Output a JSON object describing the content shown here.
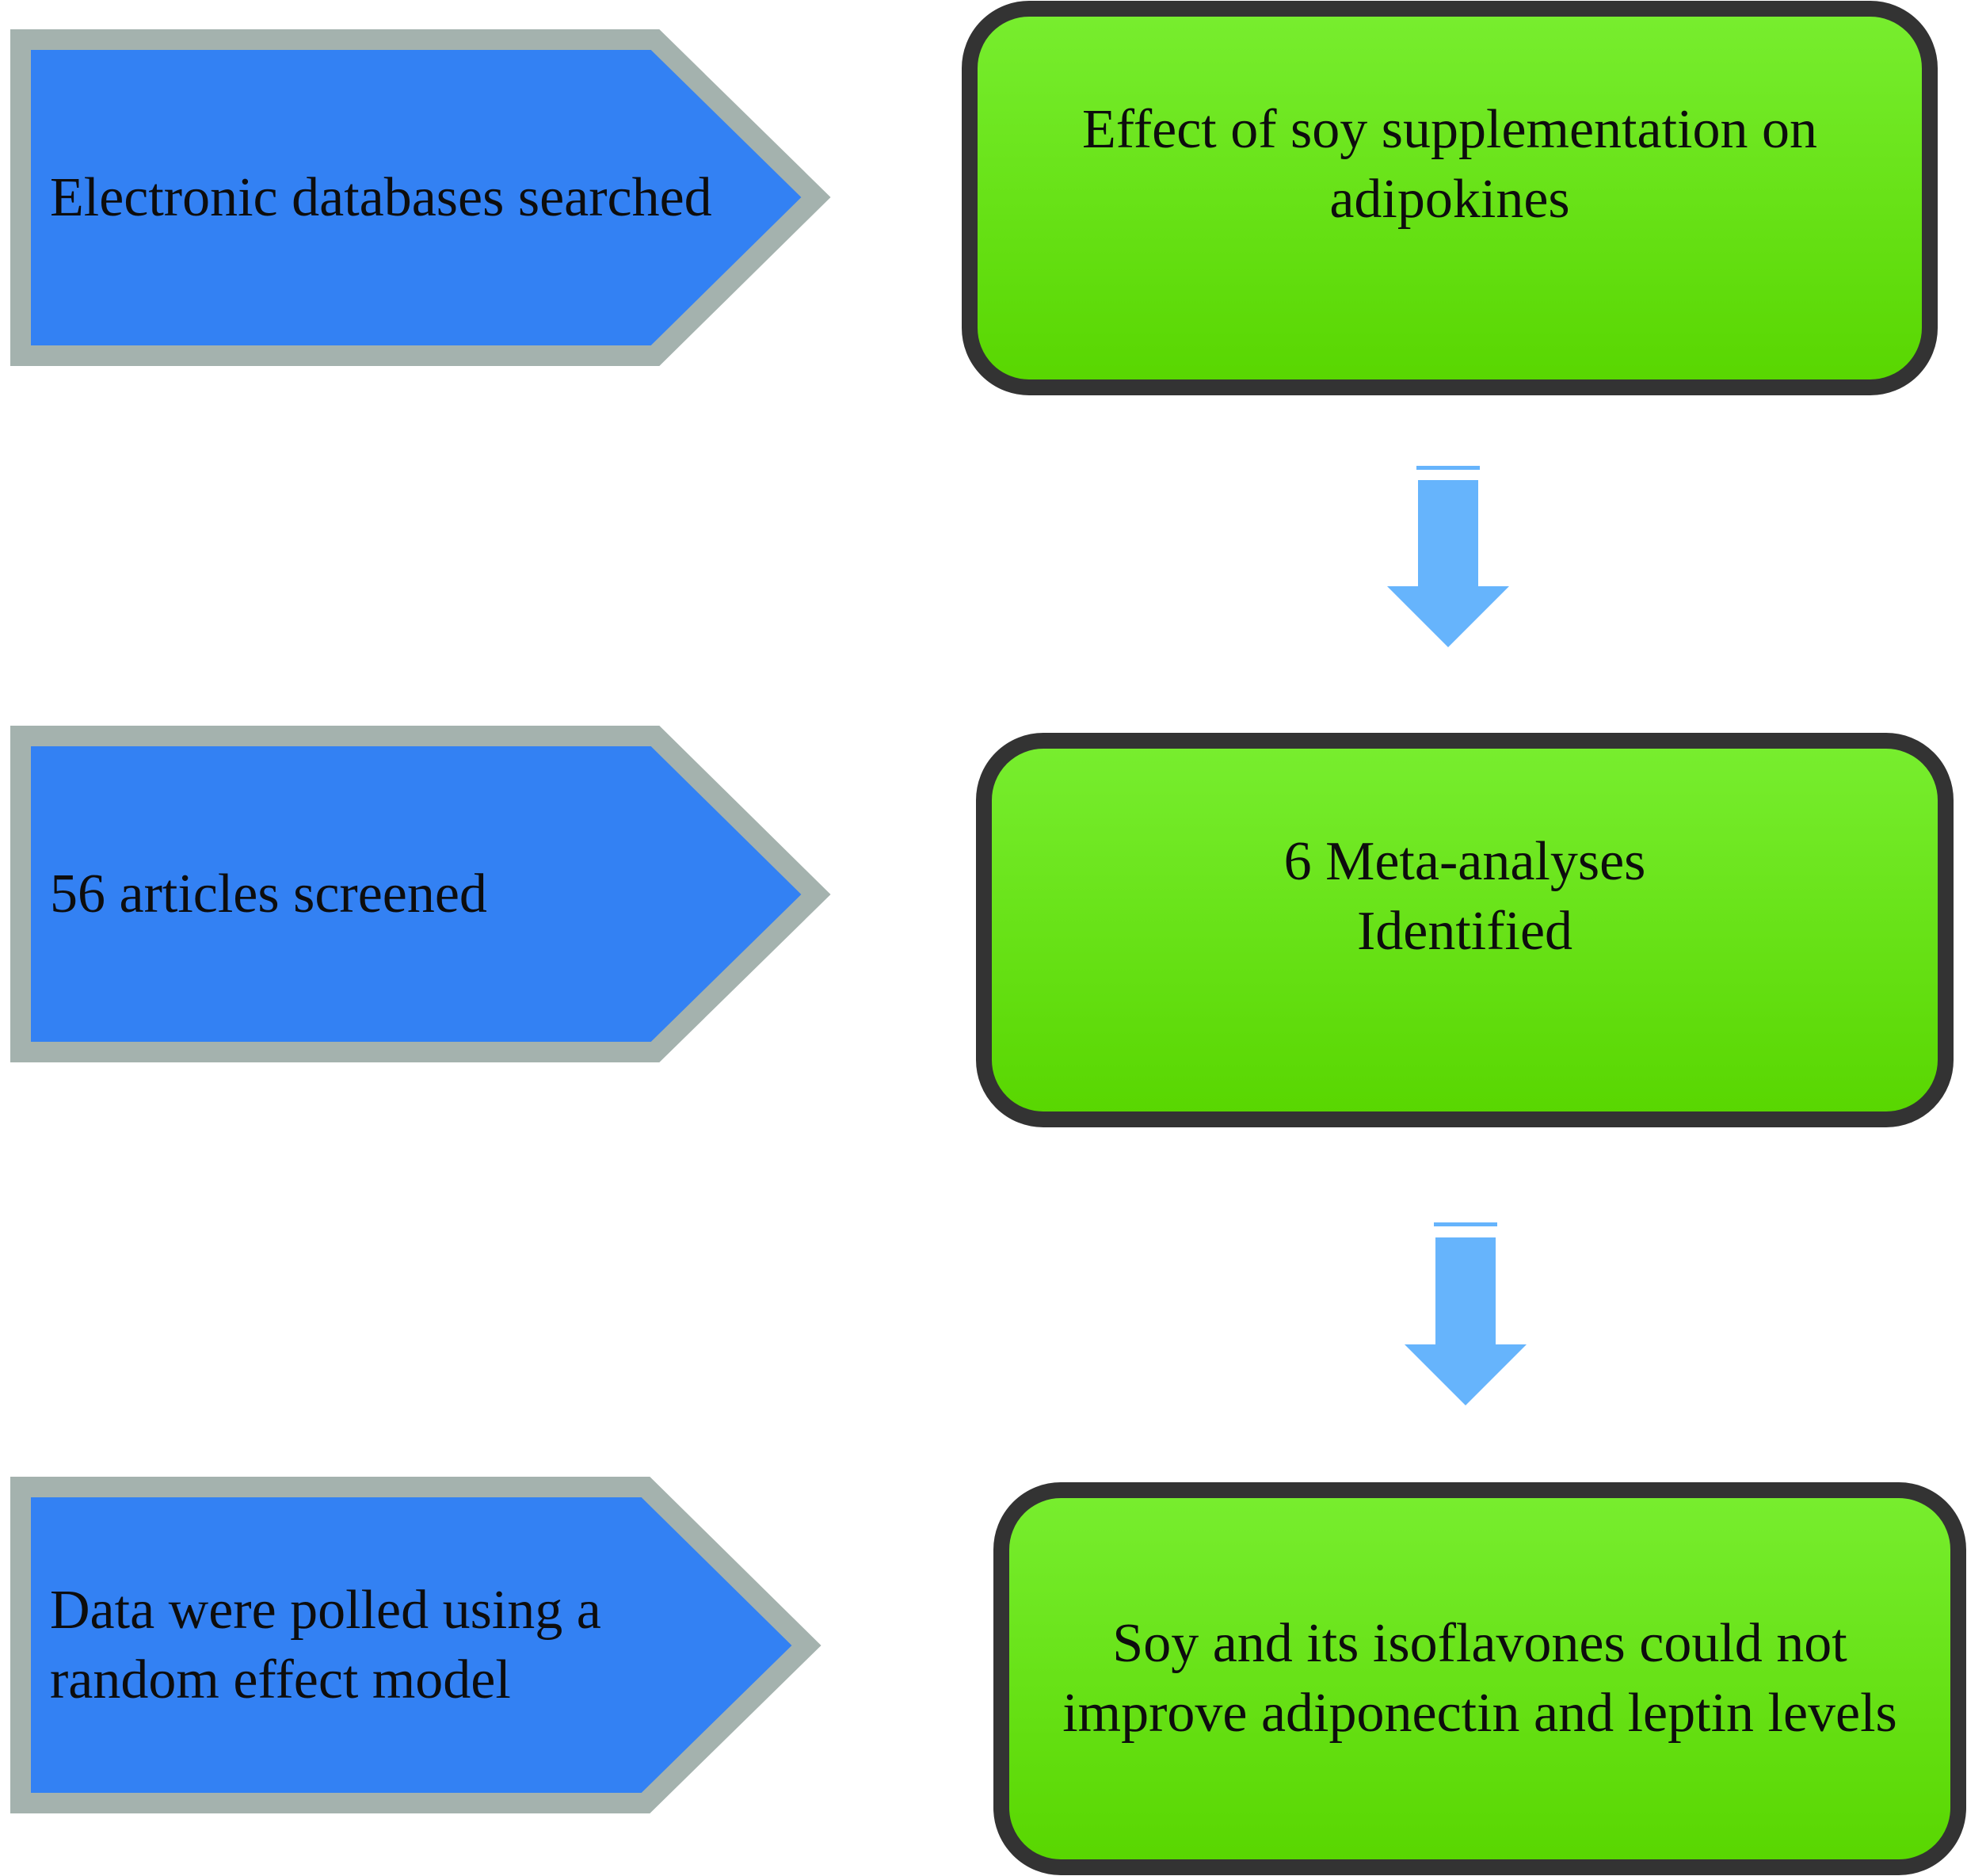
{
  "diagram": {
    "left_steps": [
      {
        "lines": [
          "Electronic databases searched"
        ]
      },
      {
        "lines": [
          "56 articles screened"
        ]
      },
      {
        "lines": [
          "Data were polled using a",
          "random effect model"
        ]
      }
    ],
    "right_boxes": [
      {
        "lines": [
          "Effect of soy supplementation on",
          "adipokines"
        ]
      },
      {
        "lines": [
          "6 Meta-analyses",
          "Identified"
        ]
      },
      {
        "lines": [
          "Soy and its isoflavones could not",
          "improve adiponectin and leptin levels"
        ]
      }
    ],
    "colors": {
      "step_fill": "#3381f3",
      "step_border": "#a4b2ae",
      "box_fill_top": "#78ee2f",
      "box_fill_bottom": "#58d600",
      "box_border": "#333333",
      "arrow": "#66b4fc"
    }
  }
}
